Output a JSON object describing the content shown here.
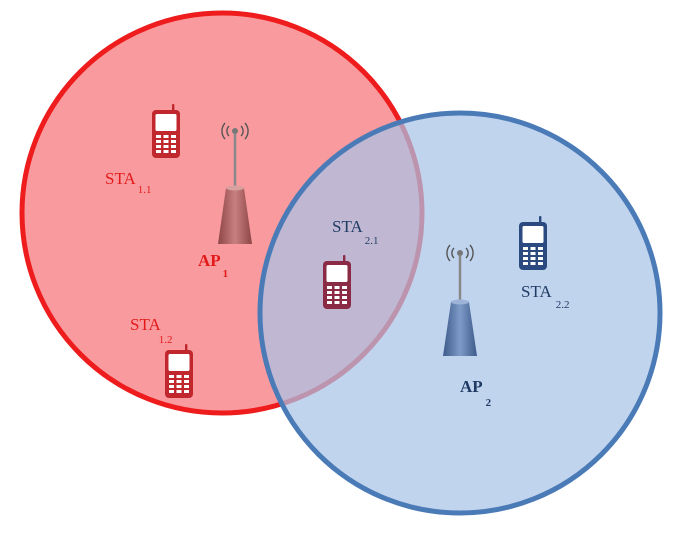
{
  "colors": {
    "red_fill": "#f77a7e",
    "red_stroke": "#ee1c1c",
    "red_text": "#e31a1a",
    "red_device": "#c0282d",
    "blue_fill": "#a9c4e8",
    "blue_stroke": "#4a7bb7",
    "blue_text": "#1f3b63",
    "blue_device": "#2a4a80",
    "overlap_device": "#8a2a45",
    "ap1_body": "#b06060",
    "ap2_body": "#5a78a8"
  },
  "cells": [
    {
      "id": "ap1",
      "label": "AP",
      "sub": "1"
    },
    {
      "id": "ap2",
      "label": "AP",
      "sub": "2"
    }
  ],
  "stations": [
    {
      "id": "sta-1-1",
      "label": "STA",
      "sub": "1.1"
    },
    {
      "id": "sta-1-2",
      "label": "STA",
      "sub": "1.2"
    },
    {
      "id": "sta-2-1",
      "label": "STA",
      "sub": "2.1"
    },
    {
      "id": "sta-2-2",
      "label": "STA",
      "sub": "2.2"
    }
  ],
  "icons": {
    "phone": "mobile-phone-icon",
    "access_point": "access-point-antenna-icon"
  }
}
